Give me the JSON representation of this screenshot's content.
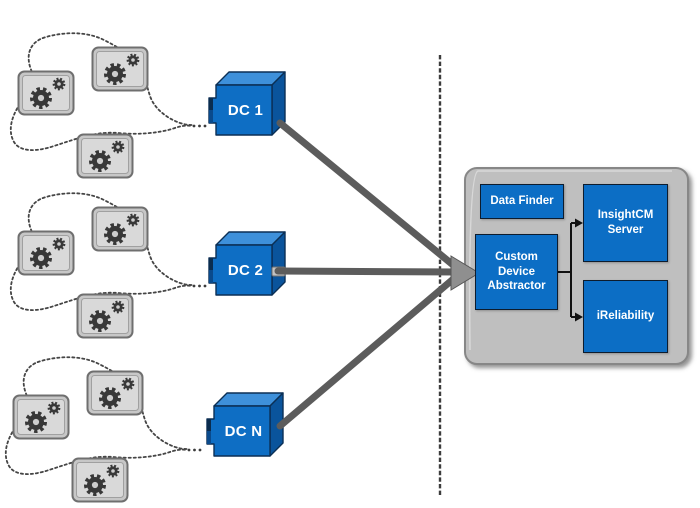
{
  "diagram": {
    "dc_nodes": [
      {
        "label": "DC 1"
      },
      {
        "label": "DC 2"
      },
      {
        "label": "DC N"
      }
    ],
    "panel": {
      "data_finder_label": "Data Finder",
      "custom_device_label": "Custom Device Abstractor",
      "insightcm_label": "InsightCM Server",
      "ireliability_label": "iReliability"
    },
    "device_clusters": {
      "count": 3,
      "devices_per_cluster": 3,
      "icon": "gear-device-icon"
    },
    "colors": {
      "node_blue": "#0C6EC5",
      "node_border": "#0d1c2e",
      "cube_top": "#3E90DA",
      "cube_side": "#0A549C",
      "panel_gray": "#BFBFBF",
      "arrow_gray": "#5C5C5C",
      "device_gray": "#C7C7C7",
      "gear_dark": "#383838",
      "dashed_boundary": "#3C3C3C",
      "connector_black": "#111111"
    }
  }
}
